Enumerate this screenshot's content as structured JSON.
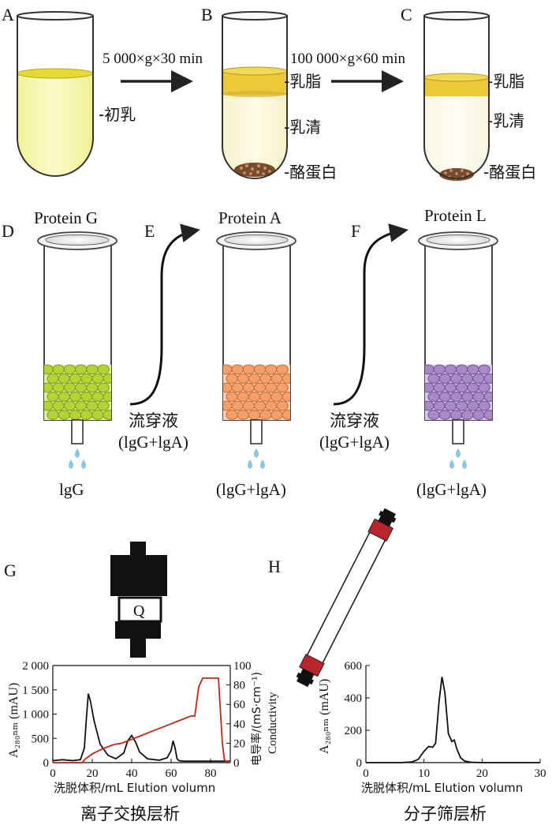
{
  "panel_labels": {
    "A": "A",
    "B": "B",
    "C": "C",
    "D": "D",
    "E": "E",
    "F": "F",
    "G": "G",
    "H": "H"
  },
  "centrifuge": {
    "step1": "5 000×g×30 min",
    "step2": "100 000×g×60 min",
    "tube_a_label": "-初乳",
    "tube_b_labels": [
      "-乳脂",
      "-乳清",
      "-酪蛋白"
    ],
    "tube_c_labels": [
      "-乳脂",
      "-乳清",
      "-酪蛋白"
    ]
  },
  "columns": {
    "col1_title": "Protein G",
    "col2_title": "Protein A",
    "col3_title": "Protein L",
    "col1_output": "lgG",
    "col2_output": "(lgG+lgA)",
    "col3_output": "(lgG+lgA)",
    "flow1_label": "流穿液",
    "flow1_sub": "(lgG+lgA)",
    "flow2_label": "流穿液",
    "flow2_sub": "(lgG+lgA)",
    "bead_colors": {
      "protein_g": "#b5d334",
      "protein_a": "#f5a06a",
      "protein_l": "#a88ac8"
    }
  },
  "ion_exchange": {
    "column_mark": "Q",
    "caption": "离子交换层析",
    "xlabel": "洗脱体积/mL Elution volumn",
    "ylabel_left": "A₂₈₀ₙₘ (mAU)",
    "ylabel_right": "电导率/(mS·cm⁻¹)",
    "ylabel_right2": "Conductivity",
    "x_ticks": [
      "0",
      "20",
      "40",
      "60",
      "80"
    ],
    "y_left_ticks": [
      "0",
      "500",
      "1 000",
      "1 500",
      "2 000"
    ],
    "y_right_ticks": [
      "0",
      "20",
      "40",
      "60",
      "80",
      "100"
    ]
  },
  "size_exclusion": {
    "caption": "分子筛层析",
    "xlabel": "洗脱体积/mL Elution volumn",
    "ylabel": "A₂₈₀ₙₘ (mAU)",
    "x_ticks": [
      "0",
      "10",
      "20",
      "30"
    ],
    "y_ticks": [
      "0",
      "200",
      "400",
      "600"
    ]
  },
  "chart_data": [
    {
      "type": "line",
      "xlim": [
        0,
        90
      ],
      "ylim": [
        0,
        2000
      ],
      "y2lim": [
        0,
        100
      ],
      "series": [
        {
          "axis": "left",
          "color": "#111111",
          "x": [
            0,
            5,
            10,
            14,
            16,
            17,
            18,
            19,
            21,
            24,
            28,
            32,
            36,
            38,
            40,
            42,
            44,
            48,
            54,
            58,
            60,
            61,
            62,
            63,
            64,
            66,
            70,
            80,
            90
          ],
          "y": [
            40,
            60,
            40,
            60,
            300,
            900,
            1420,
            1280,
            850,
            380,
            150,
            80,
            200,
            450,
            560,
            420,
            220,
            80,
            50,
            100,
            250,
            450,
            300,
            80,
            40,
            30,
            30,
            30,
            30
          ]
        },
        {
          "axis": "right",
          "color": "#c0281c",
          "x": [
            0,
            15,
            16,
            20,
            25,
            30,
            32,
            35,
            40,
            45,
            50,
            55,
            60,
            65,
            70,
            72,
            74,
            76,
            84,
            86,
            87,
            88,
            90
          ],
          "y": [
            0,
            0,
            3,
            9,
            14,
            18,
            19,
            20,
            24,
            28,
            32,
            36,
            40,
            44,
            48,
            48,
            78,
            87,
            87,
            20,
            3,
            1,
            1
          ]
        }
      ]
    },
    {
      "type": "line",
      "xlim": [
        0,
        30
      ],
      "ylim": [
        0,
        600
      ],
      "series": [
        {
          "color": "#111111",
          "x": [
            0,
            6,
            8,
            9,
            10,
            10.8,
            11.5,
            12,
            12.6,
            13.1,
            13.6,
            14.2,
            14.8,
            15.2,
            15.7,
            16.3,
            17,
            18,
            20,
            25,
            30
          ],
          "y": [
            0,
            0,
            5,
            20,
            70,
            100,
            95,
            120,
            380,
            530,
            430,
            180,
            130,
            140,
            80,
            30,
            10,
            3,
            0,
            0,
            0
          ]
        }
      ]
    }
  ]
}
